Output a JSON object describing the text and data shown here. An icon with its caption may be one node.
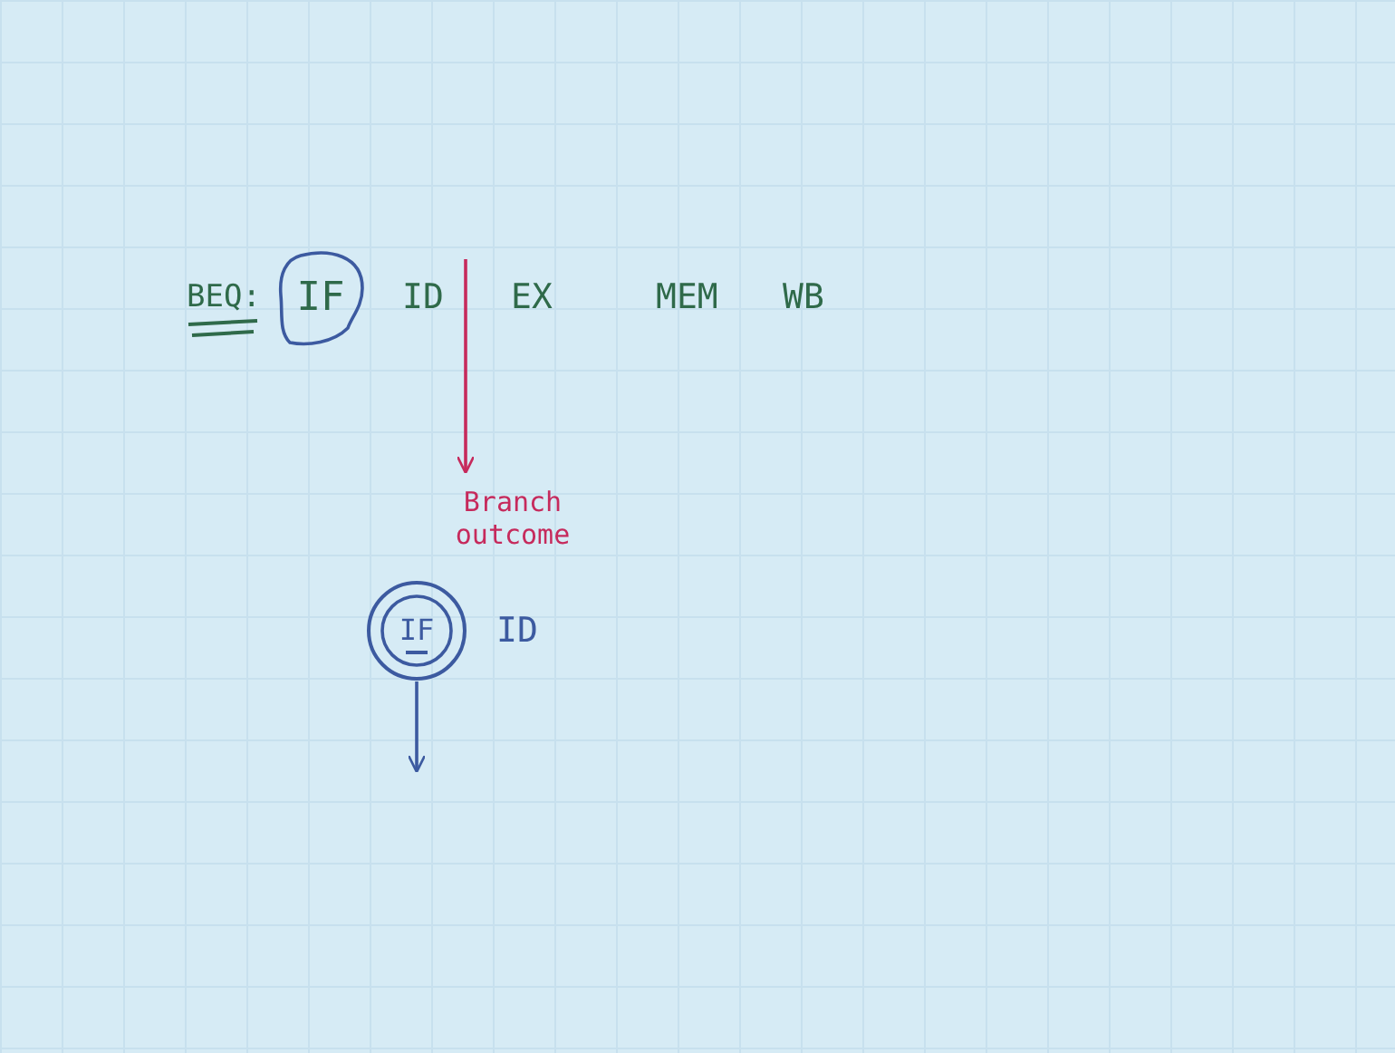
{
  "diagram": {
    "nodes": [
      {
        "text": [
          "IF"
        ]
      },
      {
        "text": [
          "Branch outcome"
        ]
      },
      {
        "text": [
          "IF"
        ]
      }
    ],
    "edges": [
      {
        "from": null,
        "to": 1,
        "arrow": "to",
        "color": "#c62a5c"
      },
      {
        "from": 2,
        "to": null,
        "arrow": "to",
        "color": "#3c5aa0"
      }
    ],
    "labels": [
      "BEQ:",
      "ID",
      "EX",
      "MEM",
      "WB",
      "ID"
    ]
  }
}
